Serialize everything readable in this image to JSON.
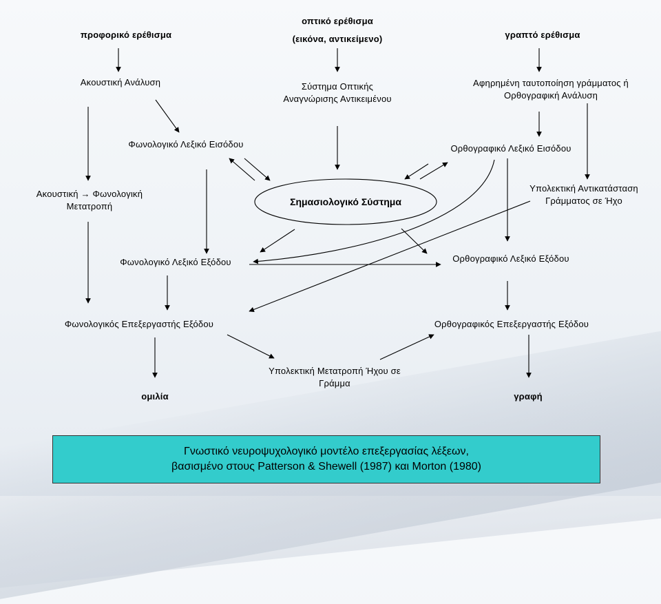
{
  "stimuli": {
    "oral": "προφορικό ερέθισμα",
    "visual_line1": "οπτικό ερέθισμα",
    "visual_line2": "(εικόνα, αντικείμενο)",
    "written": "γραπτό ερέθισμα"
  },
  "nodes": {
    "acoustic_analysis": "Ακουστική  Ανάλυση",
    "visual_object_line1": "Σύστημα Οπτικής",
    "visual_object_line2": "Αναγνώρισης Αντικειμένου",
    "abstract_letter_line1": "Αφηρημένη ταυτοποίηση γράμματος ή",
    "abstract_letter_line2": "Ορθογραφική Ανάλυση",
    "phon_input_lexicon": "Φωνολογικό Λεξικό Εισόδου",
    "orth_input_lexicon": "Ορθογραφικό Λεξικό Εισόδου",
    "acoustic_phon_conv_line1": "Ακουστική → Φωνολογική",
    "acoustic_phon_conv_line2": "Μετατροπή",
    "semantic_system": "Σημασιολογικό Σύστημα",
    "sublexical_letter_sound_line1": "Υπολεκτική Αντικατάσταση",
    "sublexical_letter_sound_line2": "Γράμματος σε Ήχο",
    "phon_output_lexicon": "Φωνολογικό Λεξικό Εξόδου",
    "orth_output_lexicon": "Ορθογραφικό Λεξικό Εξόδου",
    "phon_output_processor": "Φωνολογικός Επεξεργαστής Εξόδου",
    "orth_output_processor": "Ορθογραφικός Επεξεργαστής Εξόδου",
    "sublexical_sound_letter_line1": "Υπολεκτική Μετατροπή Ήχου σε",
    "sublexical_sound_letter_line2": "Γράμμα"
  },
  "outputs": {
    "speech": "ομιλία",
    "writing": "γραφή"
  },
  "caption": {
    "line1": "Γνωστικό νευροψυχολογικό μοντέλο επεξεργασίας λέξεων,",
    "line2": "βασισμένο στους Patterson & Shewell (1987) και Morton (1980)"
  },
  "colors": {
    "caption_bg": "#33cccc",
    "arrow": "#000000"
  }
}
